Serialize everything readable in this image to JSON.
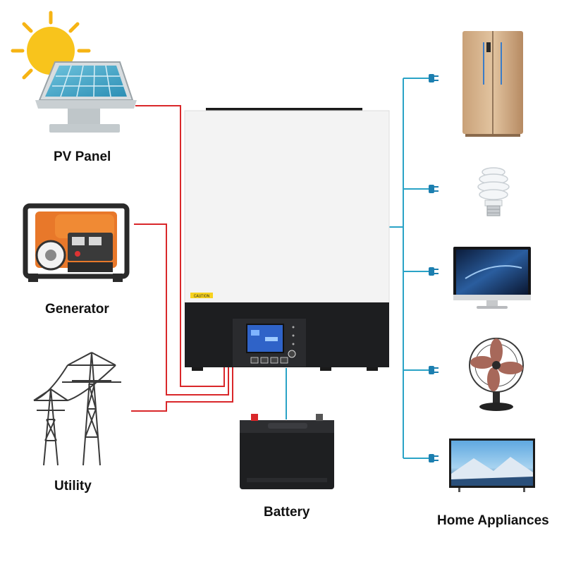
{
  "labels": {
    "pv_panel": "PV Panel",
    "generator": "Generator",
    "utility": "Utility",
    "battery": "Battery",
    "home_appliances": "Home Appliances"
  },
  "inverter": {
    "caution_text": "CAUTION"
  },
  "colors": {
    "ac_line": "#d9272a",
    "output_line": "#2aa3c6",
    "inverter_body": "#f3f3f3",
    "inverter_front": "#1d1e20",
    "screen": "#2f63c8"
  },
  "icons": [
    "sun-icon",
    "solar-panel-icon",
    "generator-icon",
    "power-tower-icon",
    "battery-icon",
    "refrigerator-icon",
    "cfl-bulb-icon",
    "monitor-icon",
    "fan-icon",
    "tv-icon",
    "plug-icon"
  ]
}
